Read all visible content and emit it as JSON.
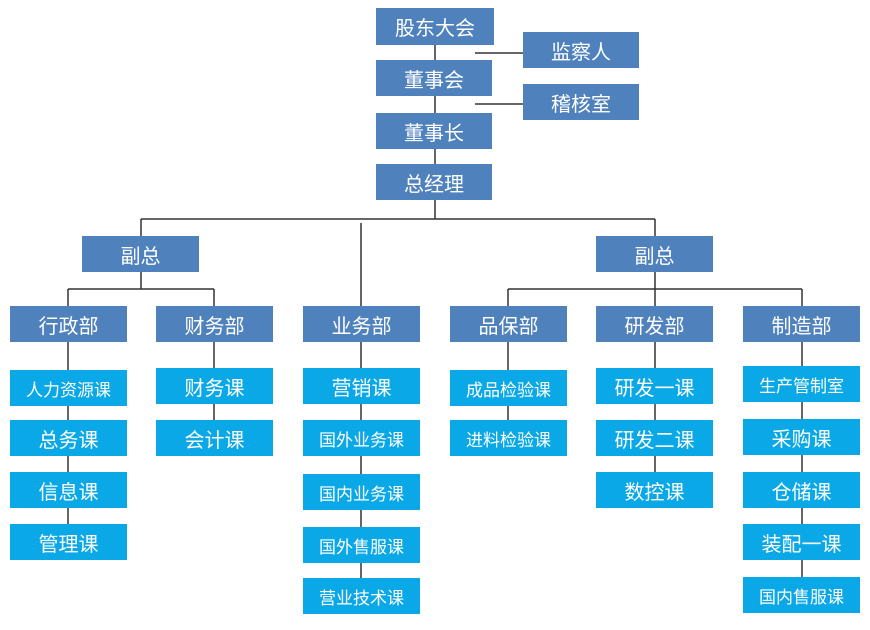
{
  "top": {
    "shareholders": "股东大会",
    "supervisor": "监察人",
    "board": "董事会",
    "audit": "稽核室",
    "chairman": "董事长",
    "gm": "总经理"
  },
  "vps": [
    "副总",
    "副总"
  ],
  "departments": [
    {
      "name": "行政部",
      "units": [
        "人力资源课",
        "总务课",
        "信息课",
        "管理课"
      ]
    },
    {
      "name": "财务部",
      "units": [
        "财务课",
        "会计课"
      ]
    },
    {
      "name": "业务部",
      "units": [
        "营销课",
        "国外业务课",
        "国内业务课",
        "国外售服课",
        "营业技术课"
      ]
    },
    {
      "name": "品保部",
      "units": [
        "成品检验课",
        "进料检验课"
      ]
    },
    {
      "name": "研发部",
      "units": [
        "研发一课",
        "研发二课",
        "数控课"
      ]
    },
    {
      "name": "制造部",
      "units": [
        "生产管制室",
        "采购课",
        "仓储课",
        "装配一课",
        "国内售服课"
      ]
    }
  ],
  "colors": {
    "dark_box": "#4f81bd",
    "light_box": "#0aa8e6",
    "line": "#333333",
    "text": "#ffffff"
  }
}
